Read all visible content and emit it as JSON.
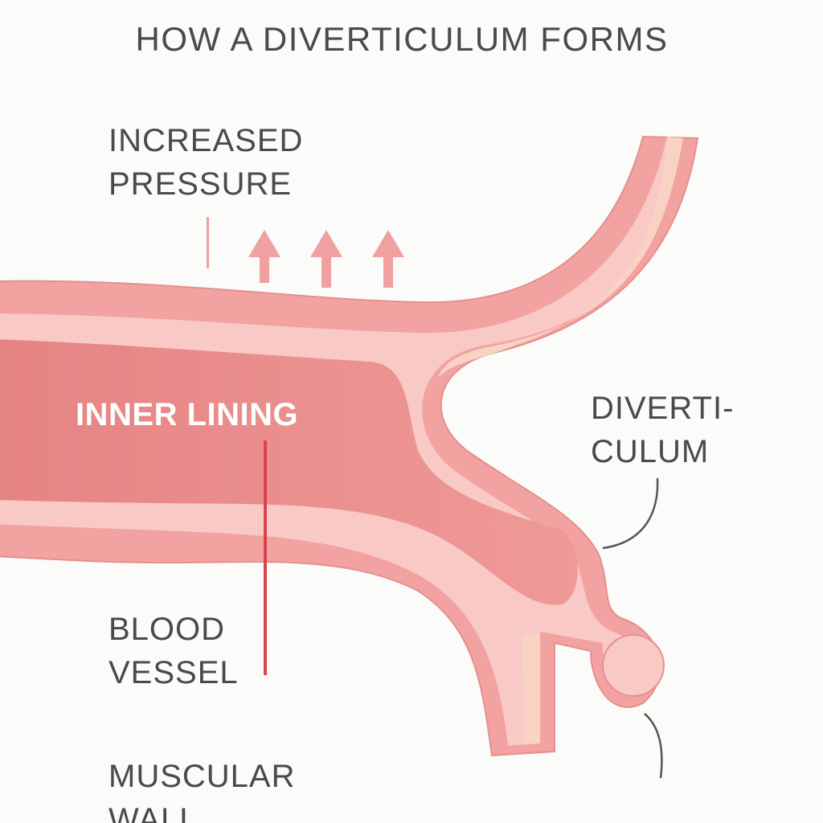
{
  "title": "HOW A DIVERTICULUM FORMS",
  "labels": {
    "pressure": [
      "INCREASED",
      "PRESSURE"
    ],
    "inner_lining": "INNER LINING",
    "diverticulum": [
      "DIVERTI-",
      "CULUM"
    ],
    "blood_vessel": [
      "BLOOD",
      "VESSEL"
    ],
    "muscular_wall": [
      "MUSCULAR",
      "WALL"
    ]
  },
  "colors": {
    "background": "#fbfbfa",
    "outer_wall": "#f2a3a1",
    "wall_band": "#f9c9c6",
    "muscle_band": "#f8d3c3",
    "lumen": "#e98686",
    "arrow": "#f0a0a0",
    "vessel_line": "#d9444c",
    "leader_line": "#555555",
    "text": "#4a4a4a"
  },
  "icons": {
    "pressure_arrows": [
      "arrow-up-icon",
      "arrow-up-icon",
      "arrow-up-icon"
    ]
  }
}
